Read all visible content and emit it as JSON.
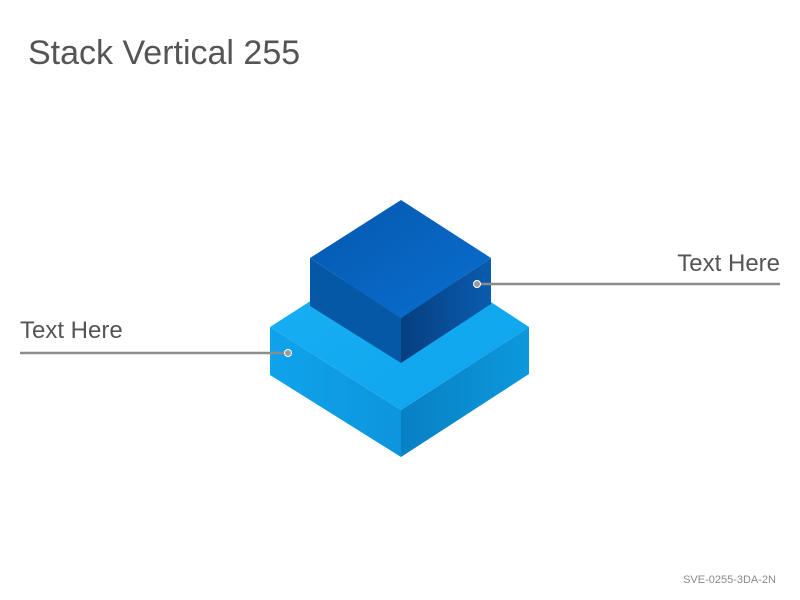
{
  "title": "Stack Vertical 255",
  "callouts": {
    "upper_label": "Text Here",
    "lower_label": "Text Here"
  },
  "footer": {
    "code": "SVE-0255-3DA-2N"
  },
  "colors": {
    "top_block_top": "#0662b8",
    "top_block_left": "#0558a6",
    "top_block_right": "#0a4f96",
    "bottom_block_top": "#14a9ef",
    "bottom_block_left": "#0e9de4",
    "bottom_block_right": "#0a8ccf",
    "connector": "#8c8c8c",
    "text": "#555555"
  }
}
